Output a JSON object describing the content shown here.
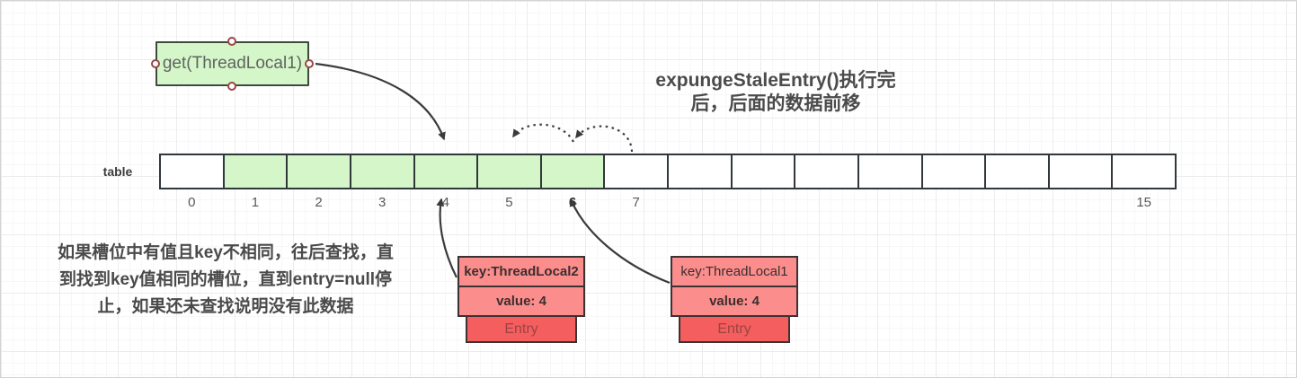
{
  "diagram": {
    "get_box_label": "get(ThreadLocal1)",
    "title": "expungeStaleEntry()执行完\n后，后面的数据前移",
    "note": "如果槽位中有值且key不相同，往后查找，直\n到找到key值相同的槽位，直到entry=null停\n止，如果还未查找说明没有此数据",
    "table_label": "table"
  },
  "table": {
    "slots": [
      {
        "label": "0",
        "filled": false,
        "bold": false
      },
      {
        "label": "1",
        "filled": true,
        "bold": false
      },
      {
        "label": "2",
        "filled": true,
        "bold": false
      },
      {
        "label": "3",
        "filled": true,
        "bold": false
      },
      {
        "label": "4",
        "filled": true,
        "bold": false
      },
      {
        "label": "5",
        "filled": true,
        "bold": false
      },
      {
        "label": "6",
        "filled": true,
        "bold": true
      },
      {
        "label": "7",
        "filled": false,
        "bold": false
      },
      {
        "label": "",
        "filled": false,
        "bold": false
      },
      {
        "label": "",
        "filled": false,
        "bold": false
      },
      {
        "label": "",
        "filled": false,
        "bold": false
      },
      {
        "label": "",
        "filled": false,
        "bold": false
      },
      {
        "label": "",
        "filled": false,
        "bold": false
      },
      {
        "label": "",
        "filled": false,
        "bold": false
      },
      {
        "label": "",
        "filled": false,
        "bold": false
      },
      {
        "label": "15",
        "filled": false,
        "bold": false
      }
    ]
  },
  "entries": [
    {
      "key": "key:ThreadLocal2",
      "value": "value: 4",
      "footer": "Entry",
      "key_bold": true
    },
    {
      "key": "key:ThreadLocal1",
      "value": "value: 4",
      "footer": "Entry",
      "key_bold": false
    }
  ],
  "colors": {
    "slot_filled": "#d4f6c9",
    "slot_empty": "#ffffff",
    "green_box_fill": "#d4f6c9",
    "green_box_border": "#3e4a3c",
    "entry_header_fill": "#fb8d8d",
    "entry_footer_fill": "#f55e5e",
    "entry_border": "#3b3234",
    "arrow": "#3b3b3b",
    "selection_handle": "#9a4646"
  }
}
